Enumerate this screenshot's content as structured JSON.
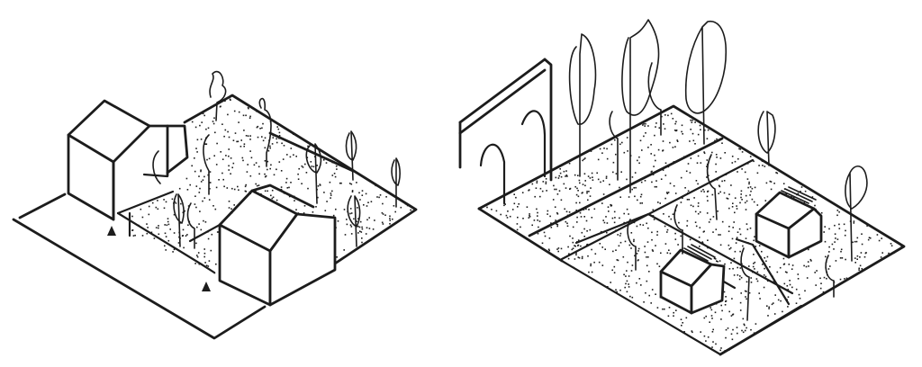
{
  "image": {
    "style": "black ink hand sketch on white",
    "ink_color": "#1c1c1c",
    "background": "#ffffff"
  },
  "sketches": [
    {
      "name": "left-sketch",
      "depicts": [
        "pavement-strip",
        "gabled-house",
        "stippled-garden-plot",
        "trees",
        "small-gabled-house",
        "entrance-markers"
      ]
    },
    {
      "name": "right-sketch",
      "depicts": [
        "arched-wall",
        "stippled-ground-plane",
        "trees",
        "small-house",
        "small-house",
        "path"
      ]
    }
  ]
}
